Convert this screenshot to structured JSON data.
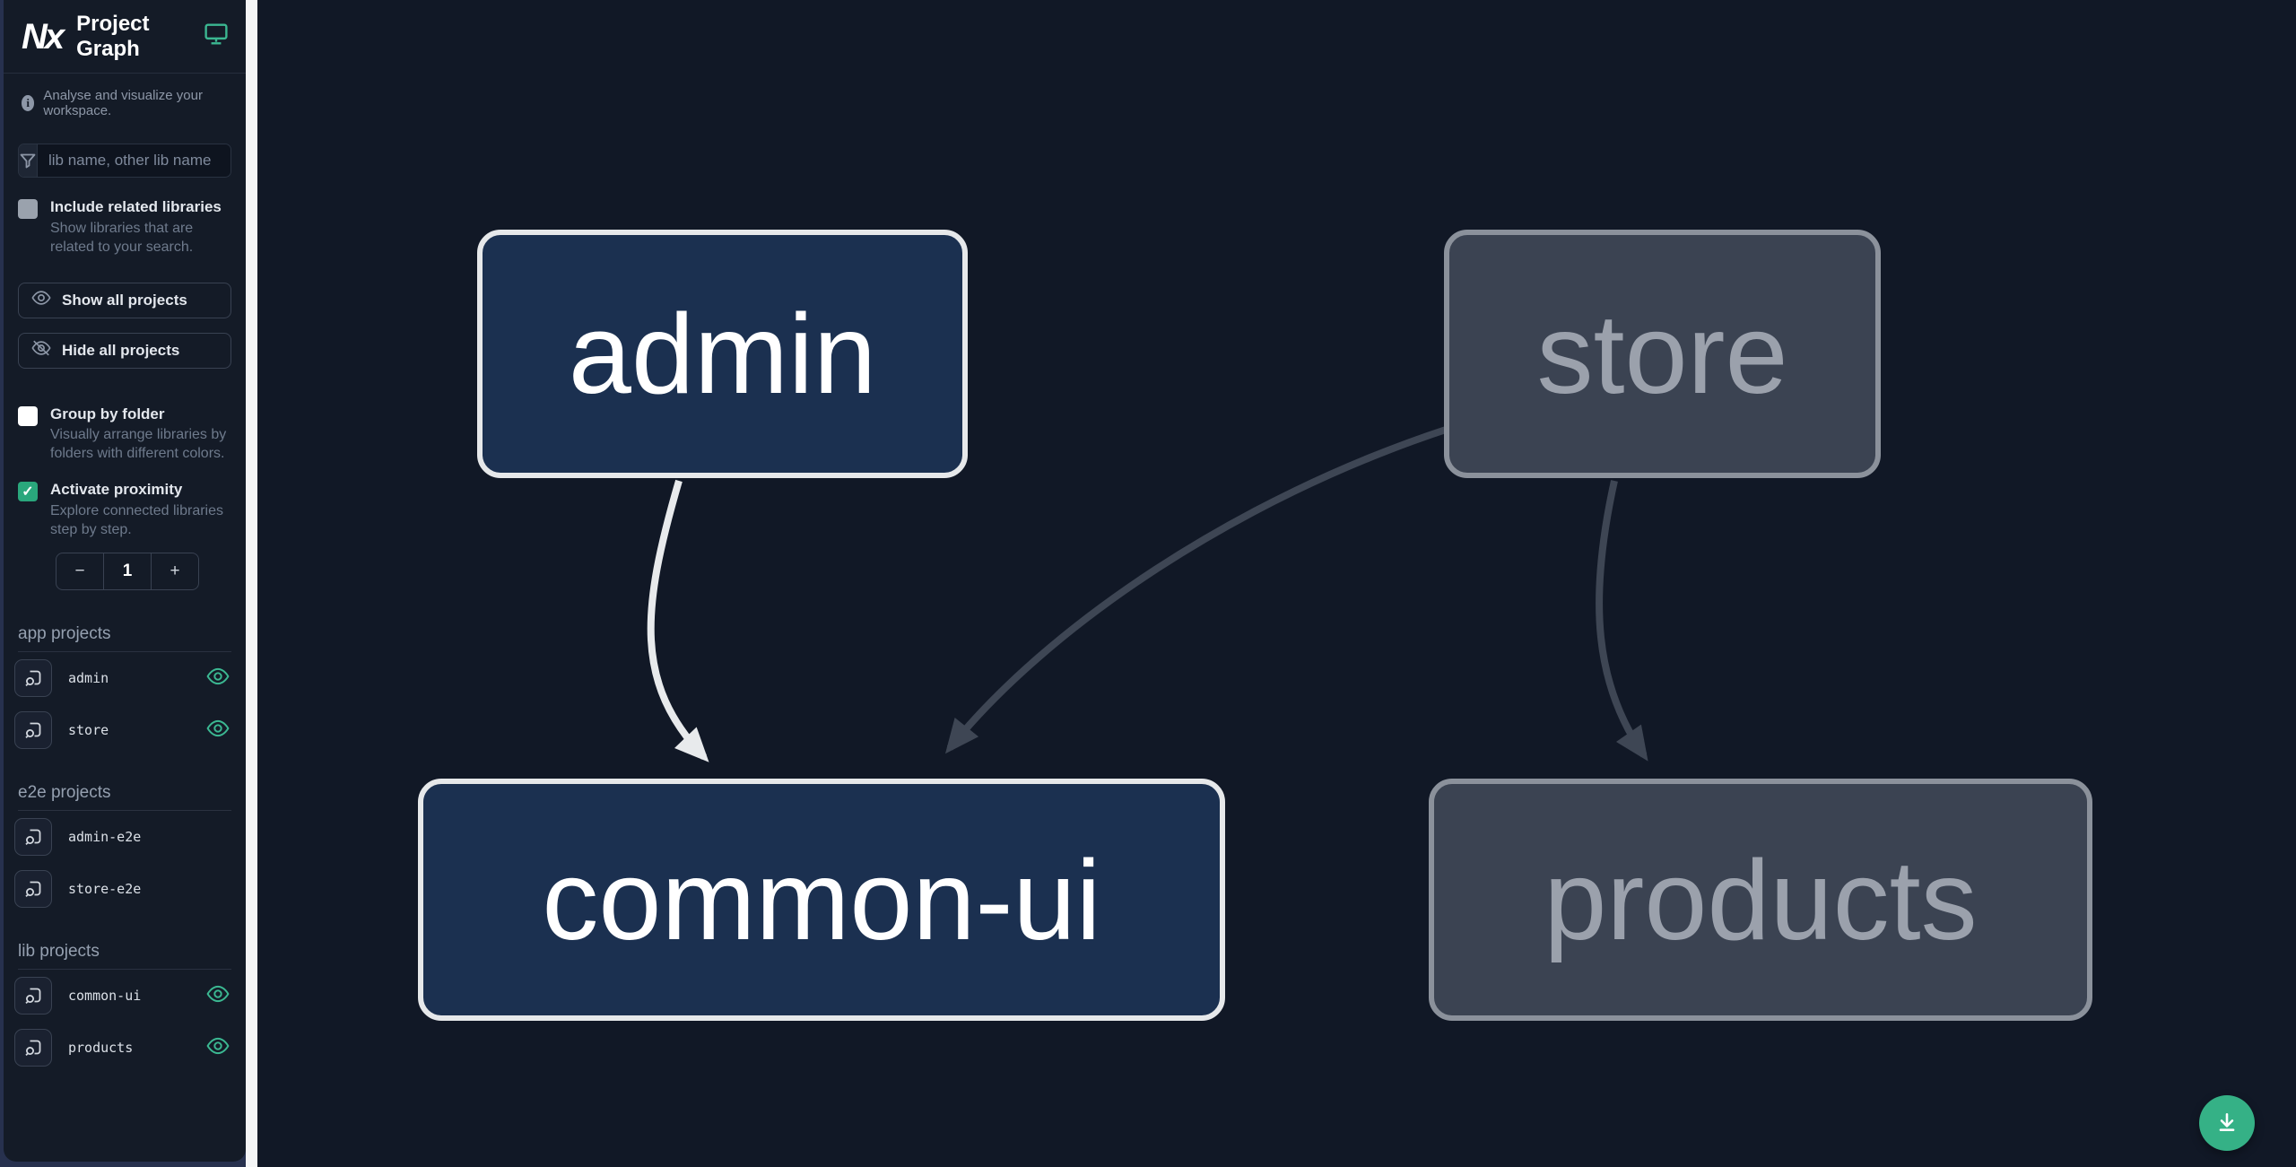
{
  "sidebar": {
    "app_title": "Project Graph",
    "logo_text": "Nx",
    "tagline": "Analyse and visualize your workspace.",
    "search_placeholder": "lib name, other lib name",
    "include_related": {
      "label": "Include related libraries",
      "description": "Show libraries that are related to your search.",
      "checked": false
    },
    "show_all_label": "Show all projects",
    "hide_all_label": "Hide all projects",
    "group_by_folder": {
      "label": "Group by folder",
      "description": "Visually arrange libraries by folders with different colors.",
      "checked": false
    },
    "proximity": {
      "label": "Activate proximity",
      "description": "Explore connected libraries step by step.",
      "checked": true,
      "decrement": "−",
      "value": "1",
      "increment": "+"
    },
    "sections": [
      {
        "title": "app projects",
        "items": [
          {
            "name": "admin",
            "visible": true
          },
          {
            "name": "store",
            "visible": true
          }
        ]
      },
      {
        "title": "e2e projects",
        "items": [
          {
            "name": "admin-e2e",
            "visible": false
          },
          {
            "name": "store-e2e",
            "visible": false
          }
        ]
      },
      {
        "title": "lib projects",
        "items": [
          {
            "name": "common-ui",
            "visible": true
          },
          {
            "name": "products",
            "visible": true
          }
        ]
      }
    ]
  },
  "graph": {
    "nodes": [
      {
        "id": "admin",
        "label": "admin",
        "state": "focused"
      },
      {
        "id": "store",
        "label": "store",
        "state": "faded"
      },
      {
        "id": "common-ui",
        "label": "common-ui",
        "state": "focused"
      },
      {
        "id": "products",
        "label": "products",
        "state": "faded"
      }
    ],
    "edges": [
      {
        "from": "admin",
        "to": "common-ui",
        "state": "focused"
      },
      {
        "from": "store",
        "to": "common-ui",
        "state": "faded"
      },
      {
        "from": "store",
        "to": "products",
        "state": "faded"
      }
    ]
  },
  "colors": {
    "accent_green": "#35b186",
    "eye_green": "#3bb791",
    "focused_node_fill": "#1b3050",
    "focused_node_border": "#e6e8ea",
    "faded_node_fill": "#3b4352",
    "faded_node_border": "#8b919b",
    "focused_edge": "#e8eaec",
    "faded_edge": "#3e4654",
    "canvas_bg": "#111826",
    "sidebar_bg": "#141b27"
  },
  "fab": {
    "action": "download"
  }
}
